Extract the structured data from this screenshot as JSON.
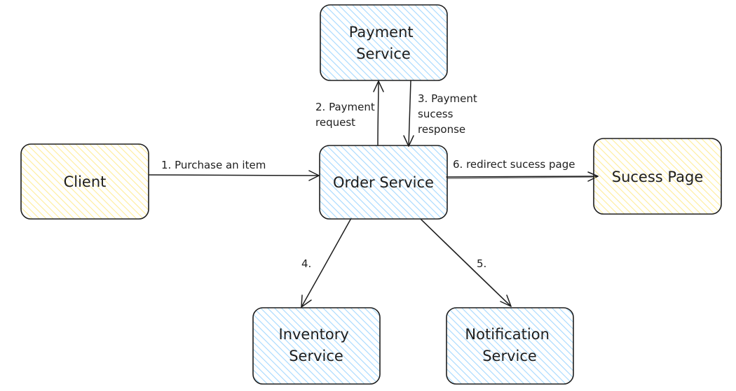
{
  "colors": {
    "service_hatch": "#a5d8ff",
    "endpoint_hatch": "#ffec99",
    "stroke": "#1e1e1e"
  },
  "nodes": {
    "client": {
      "lines": [
        "Client"
      ],
      "style": "endpoint"
    },
    "order": {
      "lines": [
        "Order Service"
      ],
      "style": "service"
    },
    "payment": {
      "lines": [
        "Payment",
        "Service"
      ],
      "style": "service"
    },
    "success": {
      "lines": [
        "Sucess Page"
      ],
      "style": "endpoint"
    },
    "inventory": {
      "lines": [
        "Inventory",
        "Service"
      ],
      "style": "service"
    },
    "notification": {
      "lines": [
        "Notification",
        "Service"
      ],
      "style": "service"
    }
  },
  "edges": {
    "purchase": {
      "from": "client",
      "to": "order",
      "label": [
        "1. Purchase an item"
      ]
    },
    "payment_request": {
      "from": "order",
      "to": "payment",
      "label": [
        "2. Payment",
        "request"
      ]
    },
    "payment_response": {
      "from": "payment",
      "to": "order",
      "label": [
        "3. Payment",
        "sucess",
        "response"
      ]
    },
    "inventory": {
      "from": "order",
      "to": "inventory",
      "label": [
        "4."
      ]
    },
    "notification": {
      "from": "order",
      "to": "notification",
      "label": [
        "5."
      ]
    },
    "redirect": {
      "from": "order",
      "to": "success",
      "label": [
        "6. redirect sucess page"
      ]
    }
  }
}
